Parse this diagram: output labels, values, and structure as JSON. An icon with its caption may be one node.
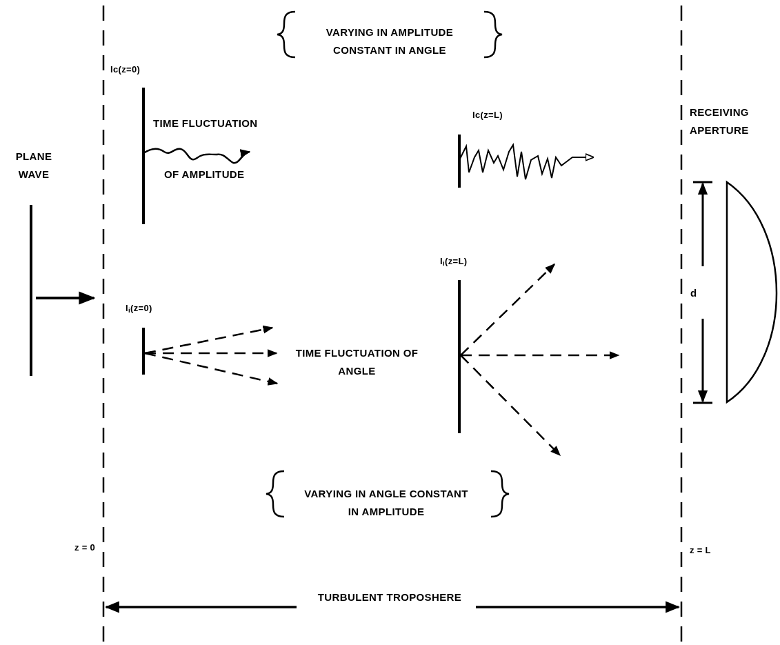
{
  "diagram": {
    "nodes": [
      {
        "text": [],
        "shape": "lens"
      }
    ],
    "labels": [
      "VARYING IN AMPLITUDE CONSTANT IN ANGLE",
      "Ic(z=0)",
      "RECEIVING APERTURE",
      "TIME FLUCTUATION",
      "Ic(z=L)",
      "PLANE WAVE",
      "OF AMPLITUDE",
      "I$_{i}$(z=L)",
      "I$_{i}$(z=0)",
      "TIME FLUCTUATION OF ANGLE",
      "d",
      "VARYING IN ANGLE CONSTANT IN AMPLITUDE",
      "z = 0",
      "z = L",
      "TURBULENT TROPOSHERE"
    ]
  }
}
